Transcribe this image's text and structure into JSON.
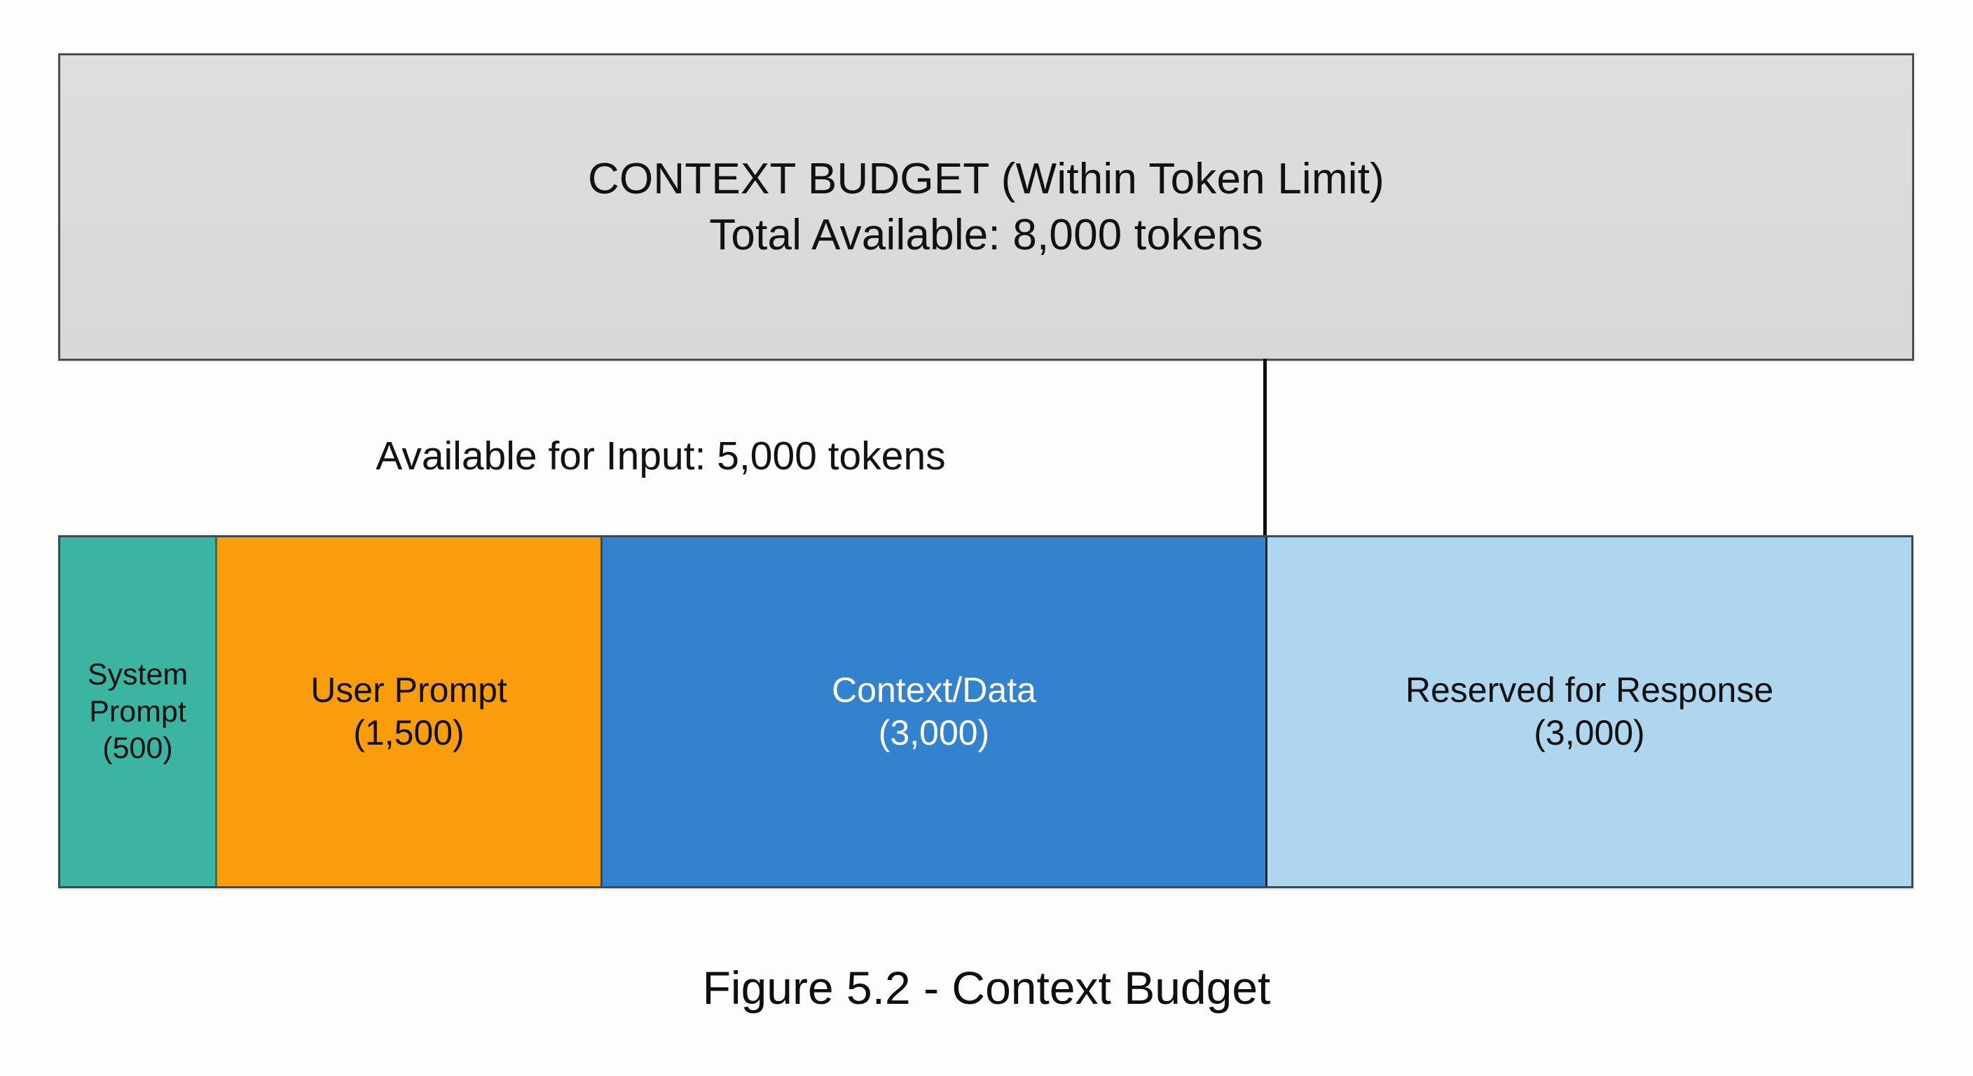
{
  "figure": {
    "caption": "Figure 5.2 - Context Budget",
    "background_color": "#fdfdfb"
  },
  "header": {
    "title": "CONTEXT BUDGET (Within Token Limit)",
    "subtitle": "Total Available: 8,000 tokens",
    "total_tokens": "8,000",
    "fill_color": "#dcdcdc",
    "border_color": "#4a4f52"
  },
  "annotation": {
    "available_for_input": "Available for Input: 5,000 tokens",
    "input_tokens": "5,000",
    "divider_color": "#0d0d0d"
  },
  "bar": {
    "segments": [
      {
        "name": "system-prompt",
        "label": "System Prompt",
        "value_label": "(500)",
        "tokens": 500,
        "color": "#3bb5a2",
        "text_color": "#101010"
      },
      {
        "name": "user-prompt",
        "label": "User Prompt",
        "value_label": "(1,500)",
        "tokens": 1500,
        "color": "#f99d0d",
        "text_color": "#101010"
      },
      {
        "name": "context-data",
        "label": "Context/Data",
        "value_label": "(3,000)",
        "tokens": 3000,
        "color": "#3382ce",
        "text_color": "#ffffff"
      },
      {
        "name": "reserved-for-response",
        "label": "Reserved for Response",
        "value_label": "(3,000)",
        "tokens": 3000,
        "color": "#aed7ef",
        "text_color": "#101010"
      }
    ]
  },
  "chart_data": {
    "type": "bar",
    "orientation": "horizontal-stacked",
    "title": "CONTEXT BUDGET (Within Token Limit)",
    "subtitle": "Total Available: 8,000 tokens",
    "categories": [
      "System Prompt",
      "User Prompt",
      "Context/Data",
      "Reserved for Response"
    ],
    "values": [
      500,
      1500,
      3000,
      3000
    ],
    "colors": [
      "#3bb5a2",
      "#f99d0d",
      "#3382ce",
      "#aed7ef"
    ],
    "total": 8000,
    "annotations": [
      "Available for Input: 5,000 tokens",
      "Figure 5.2 - Context Budget"
    ],
    "xlabel": "",
    "ylabel": "",
    "xlim": [
      0,
      8000
    ],
    "grid": false,
    "legend": "none"
  }
}
